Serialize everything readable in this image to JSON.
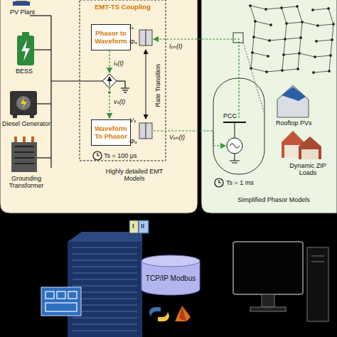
{
  "diagram": {
    "nodes": [
      {
        "text": [
          "Highly detailed EMT Models"
        ]
      },
      {
        "text": [
          "EMT-TS Coupling"
        ],
        "in": 0
      },
      {
        "text": [
          "Phasor to Waveform"
        ],
        "in": 1
      },
      {
        "text": [
          "Waveform To Phasor"
        ],
        "in": 1
      },
      {
        "text": [
          "Simplified Phasor Models"
        ]
      },
      {
        "text": [
          "TCP/IP Modbus"
        ]
      }
    ],
    "labels": [
      "PV Plant",
      "BESS",
      "Diesel Generator",
      "Grounding Transformer",
      "Iₛ",
      "Φₛ",
      "iₛ(t)",
      "vₛ(t)",
      "Vₛ",
      "Φₛ",
      "Rate Transition",
      "Ts = 100 μs",
      "Iₚₕ(t)",
      "Vₚₕ(t)",
      "PCC",
      "Rooftop PVs",
      "Dynamic ZIP Loads",
      "Ts = 1 ms",
      "I",
      "II"
    ]
  }
}
